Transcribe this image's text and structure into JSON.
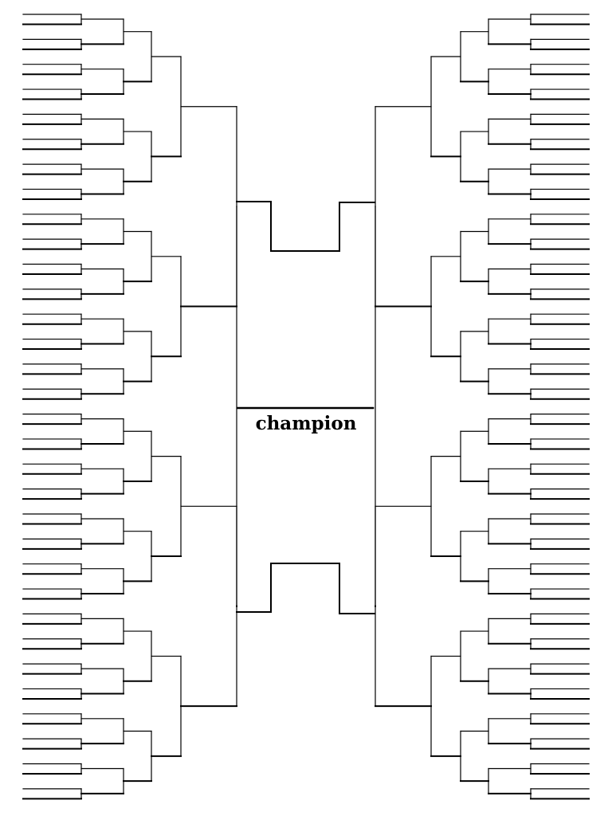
{
  "champion": {
    "label": "champion"
  },
  "bracket": {
    "regions": [
      "top-left",
      "bottom-left",
      "top-right",
      "bottom-right"
    ],
    "teams_per_region": 16,
    "rounds_per_region": 4,
    "total_entry_slots": 64
  },
  "colors": {
    "lines": "#000000",
    "background": "#ffffff"
  }
}
